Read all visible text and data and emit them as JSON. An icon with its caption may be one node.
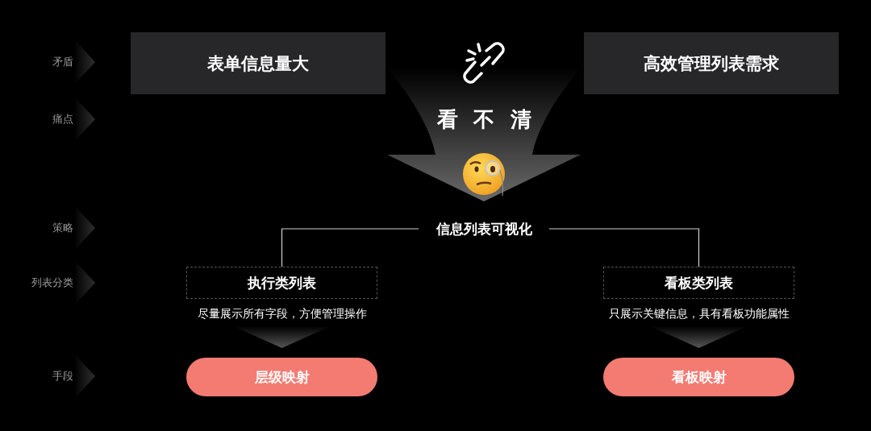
{
  "diagram": {
    "nodes": [
      {
        "text": [
          "表单信息量大"
        ]
      },
      {
        "text": [
          "高效管理列表需求"
        ]
      },
      {
        "text": [
          "看不清"
        ]
      },
      {
        "text": [
          "信息列表可视化"
        ]
      },
      {
        "text": [
          "执行类列表"
        ],
        "beside": [
          "尽量展示所有字段，方便管理操作"
        ]
      },
      {
        "text": [
          "看板类列表"
        ],
        "beside": [
          "只展示关键信息，具有看板功能属性"
        ]
      },
      {
        "text": [
          "层级映射"
        ]
      },
      {
        "text": [
          "看板映射"
        ]
      }
    ],
    "edges": [
      {
        "from": 3,
        "to": 4,
        "arrow": "none"
      },
      {
        "from": 3,
        "to": 5,
        "arrow": "none"
      },
      {
        "from": 4,
        "to": 6,
        "arrow": "to"
      },
      {
        "from": 5,
        "to": 7,
        "arrow": "to"
      }
    ],
    "labels": [
      "矛盾",
      "痛点",
      "策略",
      "列表分类",
      "手段"
    ]
  }
}
